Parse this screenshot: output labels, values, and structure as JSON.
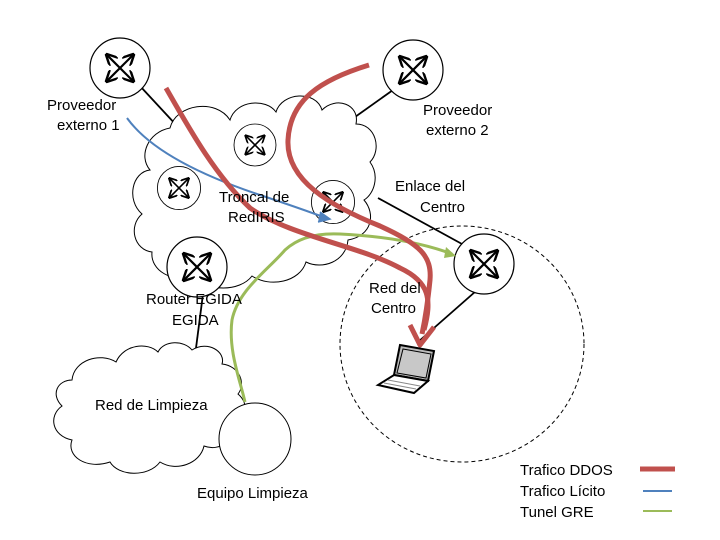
{
  "diagram": {
    "labels": {
      "proveedor1": [
        "Proveedor",
        "externo 1"
      ],
      "proveedor2": [
        "Proveedor",
        "externo 2"
      ],
      "troncal": [
        "Troncal de",
        "RedIRIS"
      ],
      "enlace": [
        "Enlace del",
        "Centro"
      ],
      "red_centro": [
        "Red del",
        "Centro"
      ],
      "router_egida": [
        "Router EGIDA",
        "EGIDA"
      ],
      "red_limpieza": "Red de Limpieza",
      "equipo_limpieza": "Equipo Limpieza"
    },
    "colors": {
      "ddos": "#c0504d",
      "licito": "#4f81bd",
      "gre": "#9bbb59"
    },
    "legend": [
      {
        "label": "Trafico DDOS",
        "type": "ddos",
        "color": "#c0504d"
      },
      {
        "label": "Trafico Lícito",
        "type": "licito",
        "color": "#4f81bd"
      },
      {
        "label": "Tunel GRE",
        "type": "gre",
        "color": "#9bbb59"
      }
    ],
    "icons": {
      "router": "router-icon",
      "laptop": "laptop-icon"
    }
  }
}
